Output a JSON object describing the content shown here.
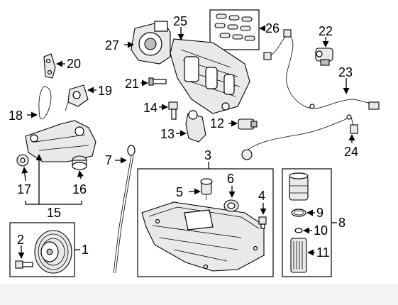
{
  "callouts": {
    "c1": "1",
    "c2": "2",
    "c3": "3",
    "c4": "4",
    "c5": "5",
    "c6": "6",
    "c7": "7",
    "c8": "8",
    "c9": "9",
    "c10": "10",
    "c11": "11",
    "c12": "12",
    "c13": "13",
    "c14": "14",
    "c15": "15",
    "c16": "16",
    "c17": "17",
    "c18": "18",
    "c19": "19",
    "c20": "20",
    "c21": "21",
    "c22": "22",
    "c23": "23",
    "c24": "24",
    "c25": "25",
    "c26": "26",
    "c27": "27"
  },
  "colors": {
    "ink": "#000000",
    "footer": "#f3f3f3",
    "background": "#ffffff"
  }
}
